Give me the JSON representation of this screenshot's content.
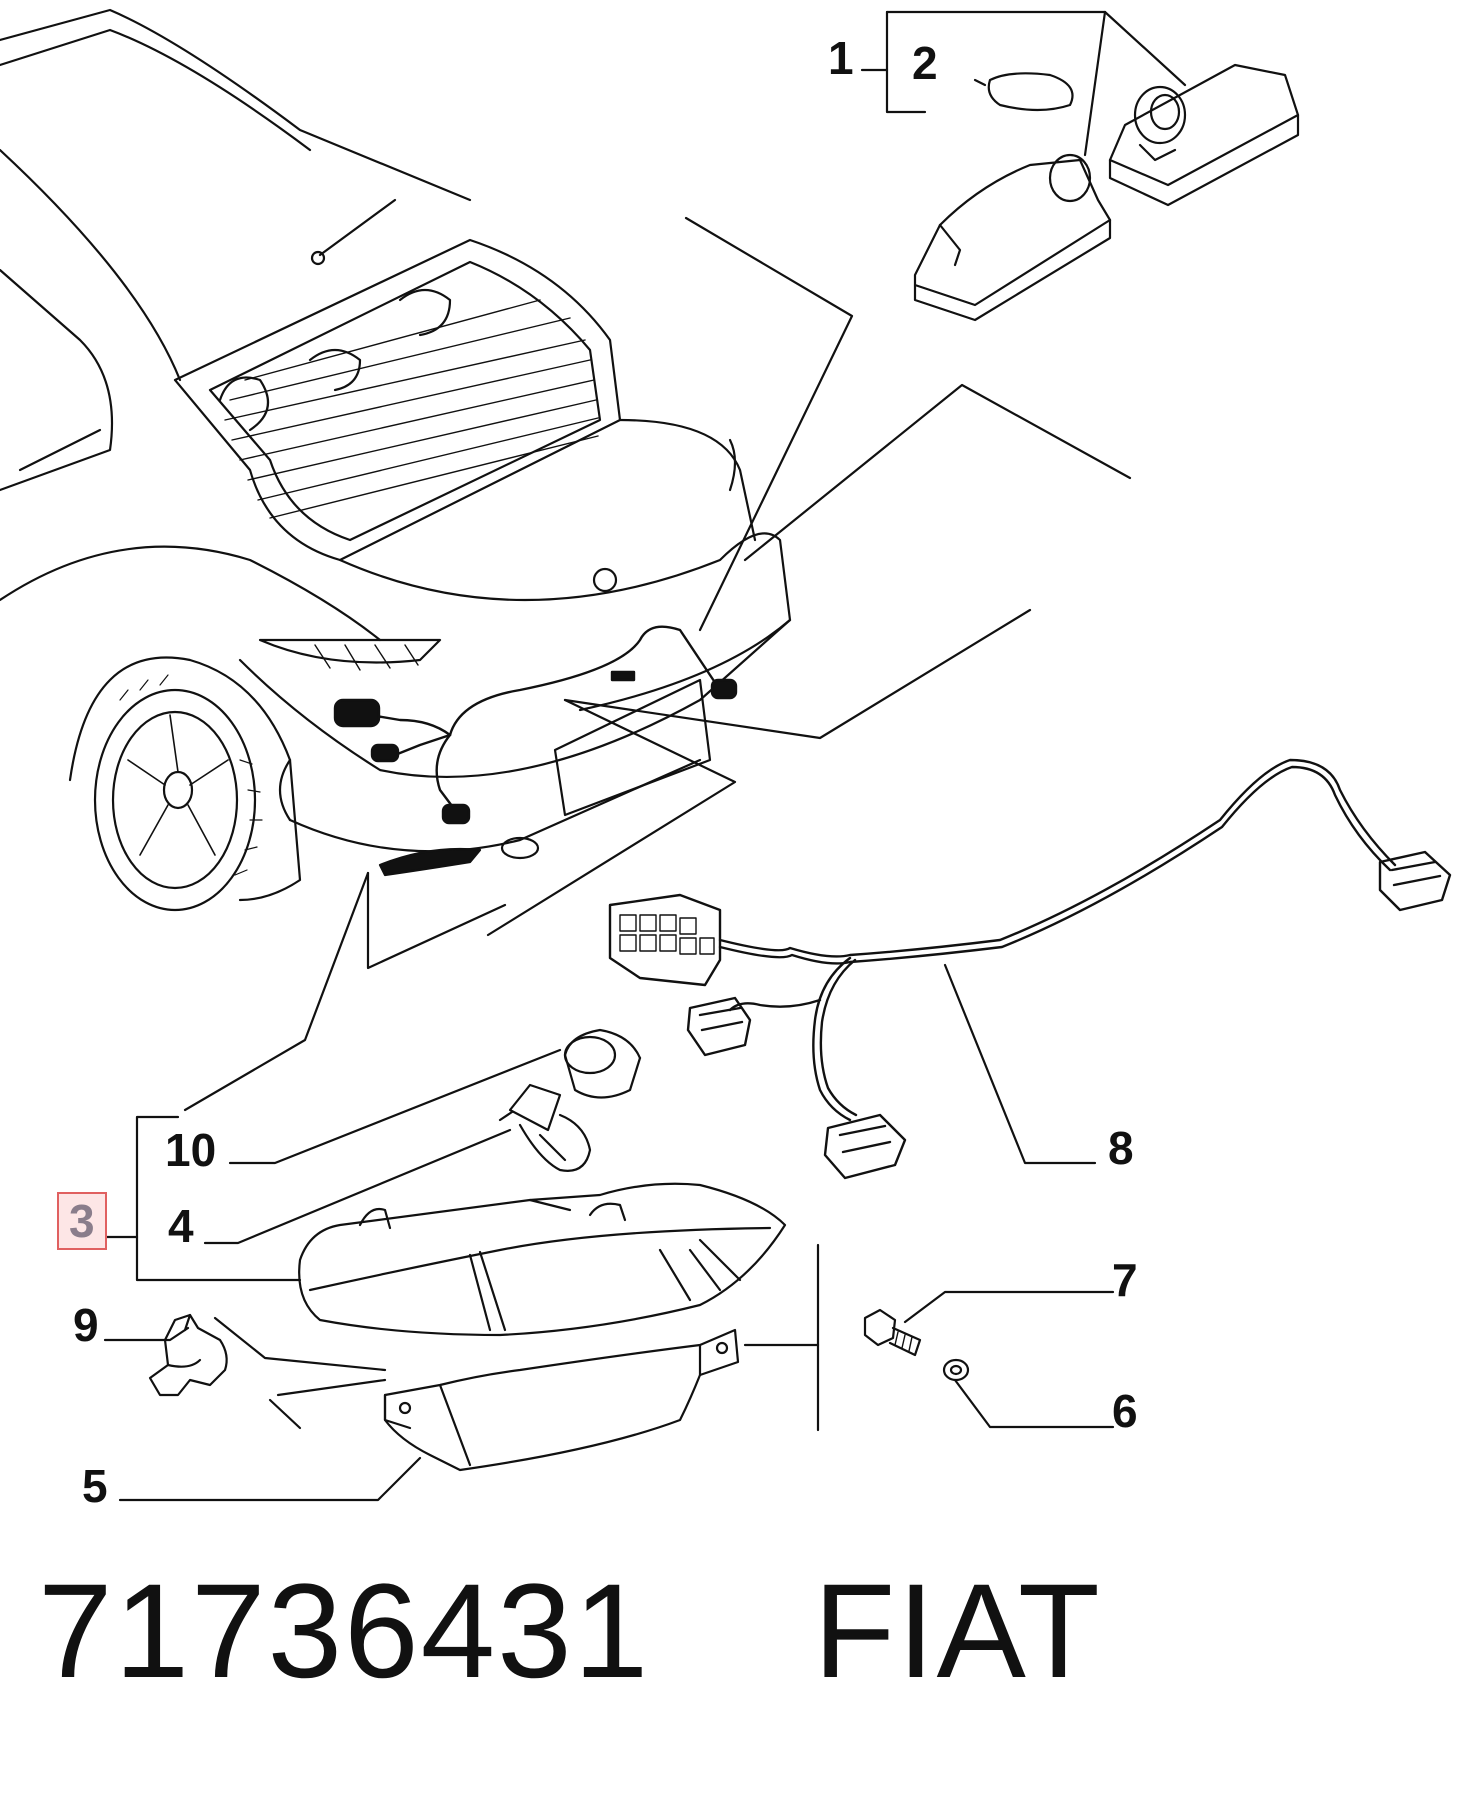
{
  "callouts": [
    {
      "id": "1",
      "label": "1"
    },
    {
      "id": "2",
      "label": "2"
    },
    {
      "id": "3",
      "label": "3",
      "highlighted": true
    },
    {
      "id": "4",
      "label": "4"
    },
    {
      "id": "5",
      "label": "5"
    },
    {
      "id": "6",
      "label": "6"
    },
    {
      "id": "7",
      "label": "7"
    },
    {
      "id": "8",
      "label": "8"
    },
    {
      "id": "9",
      "label": "9"
    },
    {
      "id": "10",
      "label": "10"
    }
  ],
  "footer": {
    "part_number": "71736431",
    "brand": "FIAT"
  },
  "colors": {
    "line": "#111111",
    "highlight_border": "#e06060",
    "highlight_fill": "#fde6e6",
    "highlight_text": "#8a7d8b"
  }
}
